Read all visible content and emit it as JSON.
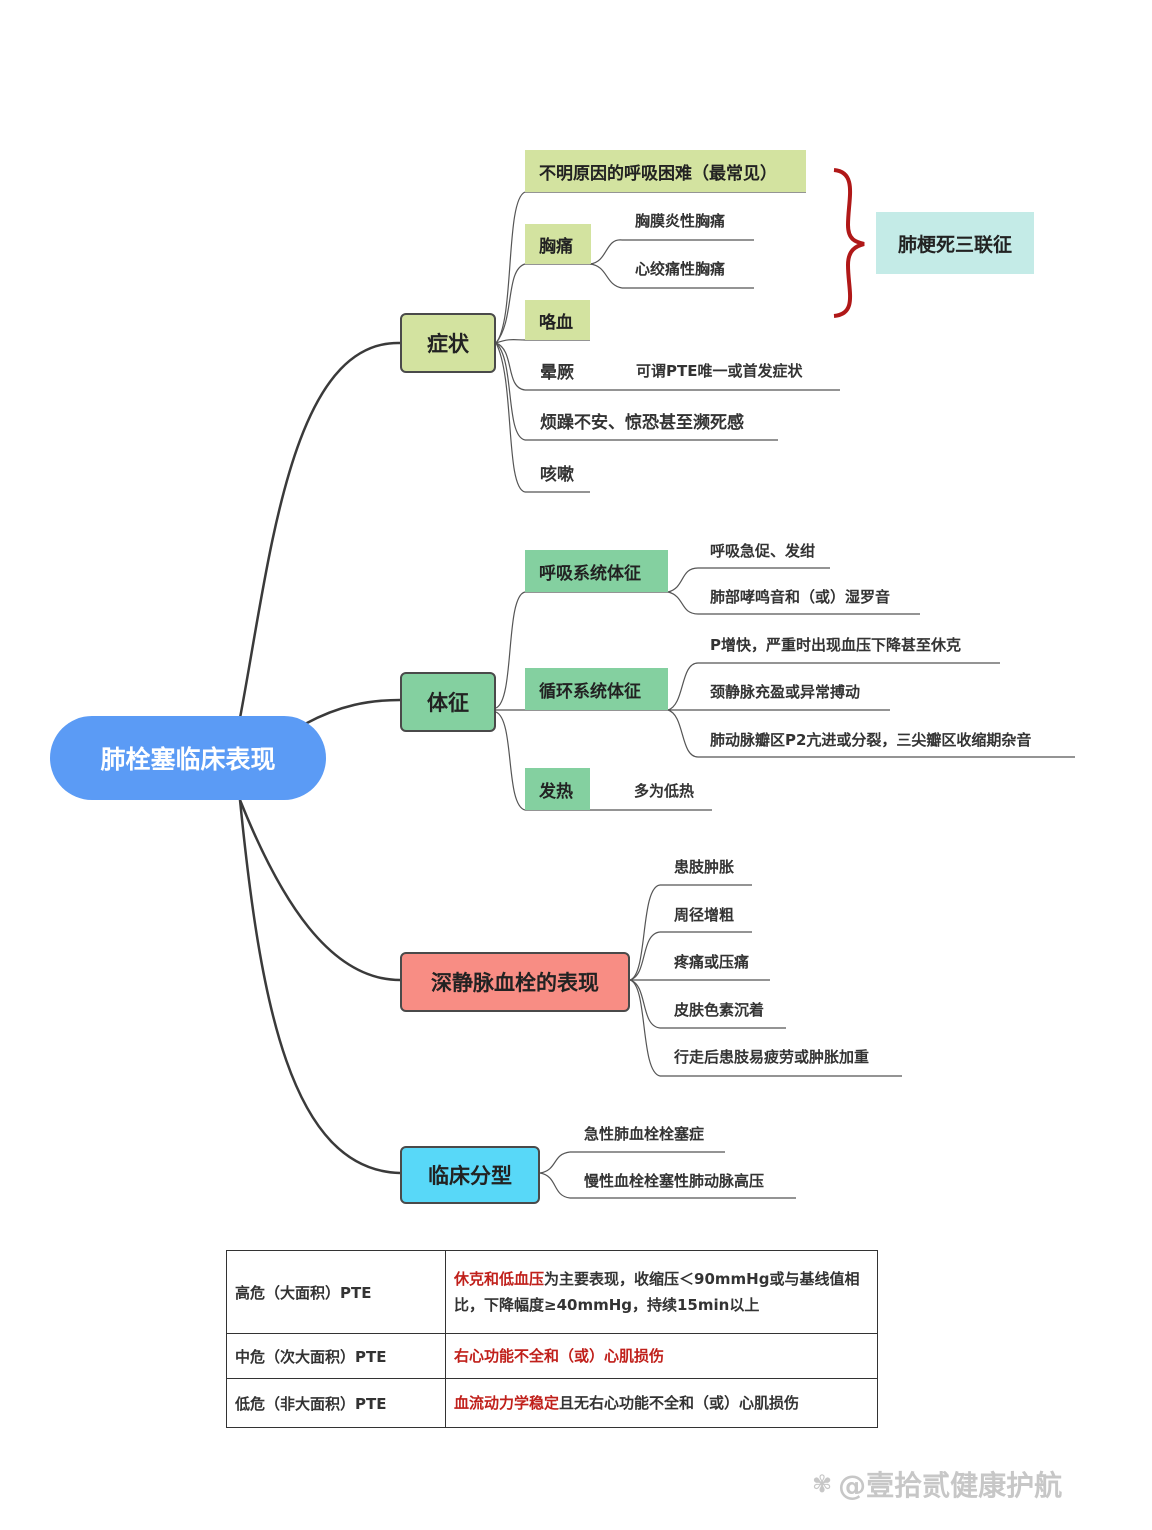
{
  "root": {
    "label": "肺栓塞临床表现"
  },
  "symptoms": {
    "label": "症状",
    "dyspnea": "不明原因的呼吸困难（最常见）",
    "chest_pain": {
      "label": "胸痛",
      "items": [
        "胸膜炎性胸痛",
        "心绞痛性胸痛"
      ]
    },
    "hemoptysis": "咯血",
    "syncope": {
      "label": "晕厥",
      "note": "可谓PTE唯一或首发症状"
    },
    "anxiety": "烦躁不安、惊恐甚至濒死感",
    "cough": "咳嗽",
    "triad": "肺梗死三联征"
  },
  "signs": {
    "label": "体征",
    "respiratory": {
      "label": "呼吸系统体征",
      "items": [
        "呼吸急促、发绀",
        "肺部哮鸣音和（或）湿罗音"
      ]
    },
    "circulatory": {
      "label": "循环系统体征",
      "items": [
        "P增快，严重时出现血压下降甚至休克",
        "颈静脉充盈或异常搏动",
        "肺动脉瓣区P2亢进或分裂，三尖瓣区收缩期杂音"
      ]
    },
    "fever": {
      "label": "发热",
      "note": "多为低热"
    }
  },
  "dvt": {
    "label": "深静脉血栓的表现",
    "items": [
      "患肢肿胀",
      "周径增粗",
      "疼痛或压痛",
      "皮肤色素沉着",
      "行走后患肢易疲劳或肿胀加重"
    ]
  },
  "classification": {
    "label": "临床分型",
    "items": [
      "急性肺血栓栓塞症",
      "慢性血栓栓塞性肺动脉高压"
    ]
  },
  "risk_table": {
    "rows": [
      {
        "level": "高危（大面积）PTE",
        "highlight": "休克和低血压",
        "rest": "为主要表现，收缩压＜90mmHg或与基线值相比，下降幅度≥40mmHg，持续15min以上"
      },
      {
        "level": "中危（次大面积）PTE",
        "highlight": "右心功能不全和（或）心肌损伤",
        "rest": ""
      },
      {
        "level": "低危（非大面积）PTE",
        "highlight": "血流动力学稳定",
        "rest": "且无右心功能不全和（或）心肌损伤"
      }
    ]
  },
  "watermark": "@壹拾贰健康护航",
  "colors": {
    "root": "#5b9bf5",
    "symptoms": "#d3e3a0",
    "signs": "#84d0a0",
    "dvt": "#f88d84",
    "classification": "#58d8f8",
    "triad": "#c4ebe7",
    "brace": "#b01818",
    "highlight": "#c0201b"
  }
}
